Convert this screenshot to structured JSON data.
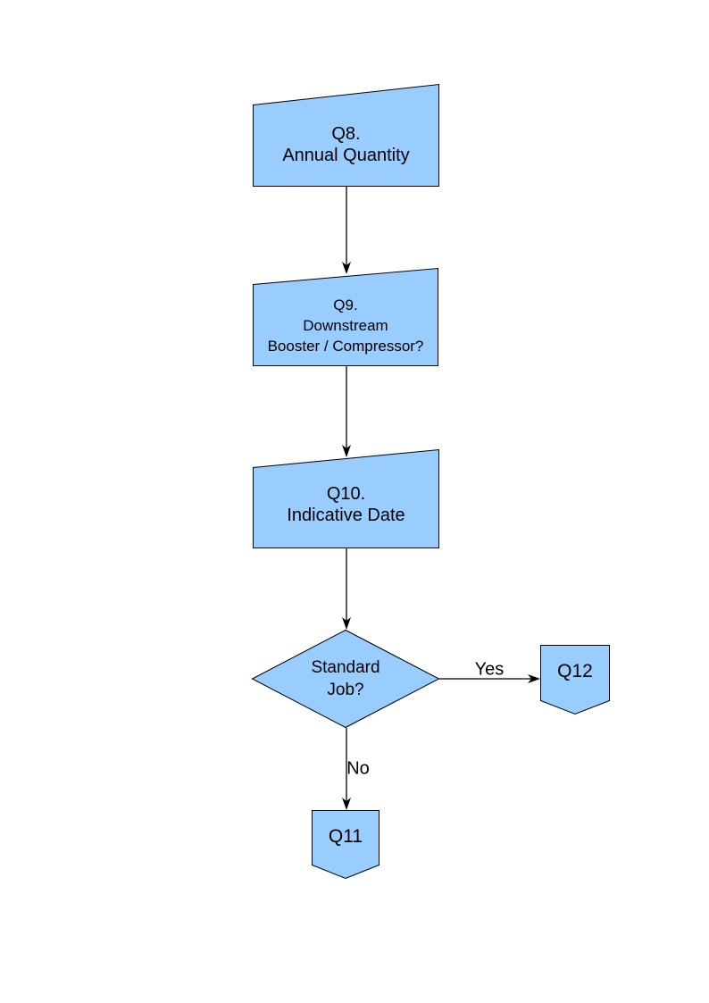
{
  "page": {
    "background": "#FFFFFF"
  },
  "colors": {
    "node_fill": "#99CCFF",
    "node_border": "#000000",
    "connector": "#000000",
    "text": "#000000"
  },
  "nodes": {
    "q8": {
      "shape": "manual-input-box",
      "lines": [
        "Q8.",
        "Annual Quantity"
      ]
    },
    "q9": {
      "shape": "manual-input-box",
      "lines": [
        "Q9.",
        "Downstream",
        "Booster / Compressor?"
      ]
    },
    "q10": {
      "shape": "manual-input-box",
      "lines": [
        "Q10.",
        "Indicative Date"
      ]
    },
    "standard_job": {
      "shape": "decision-diamond",
      "lines": [
        "Standard",
        "Job?"
      ]
    },
    "q12": {
      "shape": "off-page-connector",
      "label": "Q12"
    },
    "q11": {
      "shape": "off-page-connector",
      "label": "Q11"
    }
  },
  "edges": {
    "yes": {
      "label": "Yes"
    },
    "no": {
      "label": "No"
    }
  }
}
